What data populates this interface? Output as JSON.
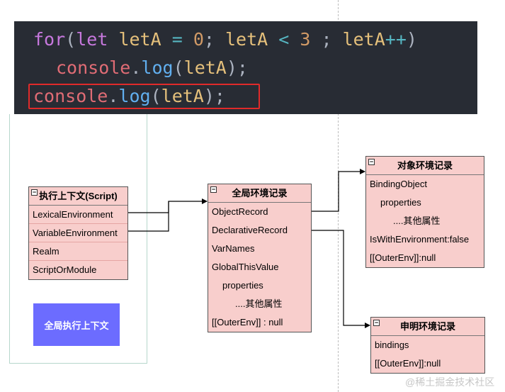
{
  "code": {
    "line1": {
      "kw_for": "for",
      "p1": "(",
      "kw_let": "let",
      "sp1": " ",
      "var1": "letA",
      "eq": " = ",
      "zero": "0",
      "semi1": "; ",
      "var2": "letA",
      "lt": " < ",
      "three": "3",
      "semi2": " ; ",
      "var3": "letA",
      "inc": "++",
      "p2": ")"
    },
    "line2": {
      "obj": "console",
      "dot": ".",
      "fn": "log",
      "p1": "(",
      "arg": "letA",
      "p2": ");"
    },
    "line3": {
      "obj": "console",
      "dot": ".",
      "fn": "log",
      "p1": "(",
      "arg": "letA",
      "p2": ");"
    }
  },
  "exec_context": {
    "title": "执行上下文(Script)",
    "rows": [
      "LexicalEnvironment",
      "VariableEnvironment",
      "Realm",
      "ScriptOrModule"
    ]
  },
  "global_context_label": "全局执行上下文",
  "global_env": {
    "title": "全局环境记录",
    "rows": [
      "ObjectRecord",
      "DeclarativeRecord",
      "VarNames",
      "GlobalThisValue",
      "properties",
      "....其他属性",
      "[[OuterEnv]] :   null"
    ]
  },
  "object_env": {
    "title": "对象环境记录",
    "rows": [
      "BindingObject",
      "properties",
      "....其他属性",
      "IsWithEnvironment:false",
      "[[OuterEnv]]:null"
    ]
  },
  "declarative_env": {
    "title": "申明环境记录",
    "rows": [
      "bindings",
      "[[OuterEnv]]:null"
    ]
  },
  "collapse_glyph": "−",
  "watermark": "@稀土掘金技术社区"
}
